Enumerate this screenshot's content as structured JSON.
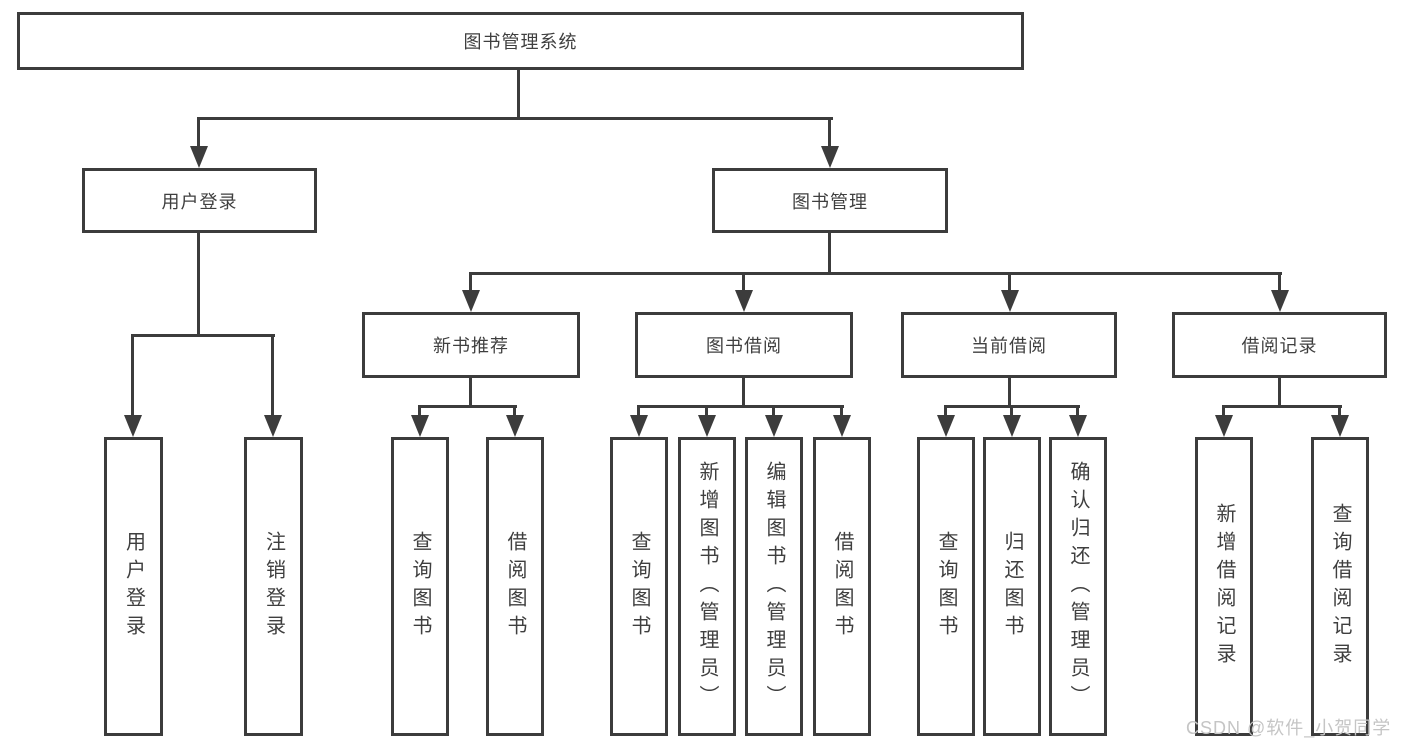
{
  "root": {
    "label": "图书管理系统"
  },
  "level2": [
    "用户登录",
    "图书管理"
  ],
  "level3": [
    "新书推荐",
    "图书借阅",
    "当前借阅",
    "借阅记录"
  ],
  "leaves": [
    "用户登录",
    "注销登录",
    "查询图书",
    "借阅图书",
    "查询图书",
    "新增图书（管理员）",
    "编辑图书（管理员）",
    "借阅图书",
    "查询图书",
    "归还图书",
    "确认归还（管理员）",
    "新增借阅记录",
    "查询借阅记录"
  ],
  "watermark": "CSDN @软件_小贺同学",
  "colors": {
    "line": "#3c3c3c",
    "text": "#3f3f3f",
    "watermark": "#c5c5c5",
    "background": "#ffffff"
  }
}
